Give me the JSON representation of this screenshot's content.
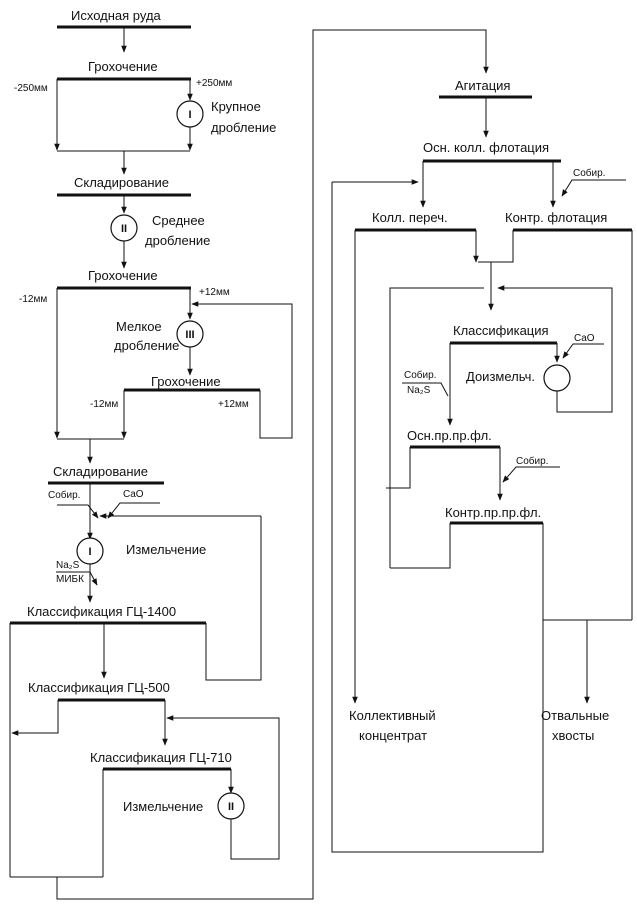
{
  "left": {
    "ore": "Исходная руда",
    "screen1": "Грохочение",
    "screen1_under": "-250мм",
    "screen1_over": "+250мм",
    "crush1_num": "I",
    "crush1_label": [
      "Крупное",
      "дробление"
    ],
    "storage1": "Складирование",
    "crush2_num": "II",
    "crush2_label": [
      "Среднее",
      "дробление"
    ],
    "screen2": "Грохочение",
    "screen2_under": "-12мм",
    "screen2_over": "+12мм",
    "crush3_num": "III",
    "crush3_label": [
      "Мелкое",
      "дробление"
    ],
    "screen3": "Грохочение",
    "screen3_under": "-12мм",
    "screen3_over": "+12мм",
    "storage2": "Складирование",
    "reagent_sobir": "Собир.",
    "reagent_cao": "CaO",
    "grind1_num": "I",
    "grind1_label": "Измельчение",
    "reagent_na2s": "Na₂S",
    "reagent_mibk": "МИБК",
    "class1": "Классификация ГЦ-1400",
    "class2": "Классификация ГЦ-500",
    "class3": "Классификация ГЦ-710",
    "grind2_num": "II",
    "grind2_label": "Измельчение"
  },
  "right": {
    "agitation": "Агитация",
    "main_flot": "Осн. колл. флотация",
    "sobir1": "Собир.",
    "cleaner": "Колл. переч.",
    "scav": "Контр. флотация",
    "classify": "Классификация",
    "cao": "CaO",
    "regrind": "Доизмельч.",
    "sobir2": "Собир.",
    "na2s": "Na₂S",
    "main_sel": "Осн.пр.пр.фл.",
    "sobir3": "Собир.",
    "scav_sel": "Контр.пр.пр.фл.",
    "product1": [
      "Коллективный",
      "концентрат"
    ],
    "product2": [
      "Отвальные",
      "хвосты"
    ]
  }
}
